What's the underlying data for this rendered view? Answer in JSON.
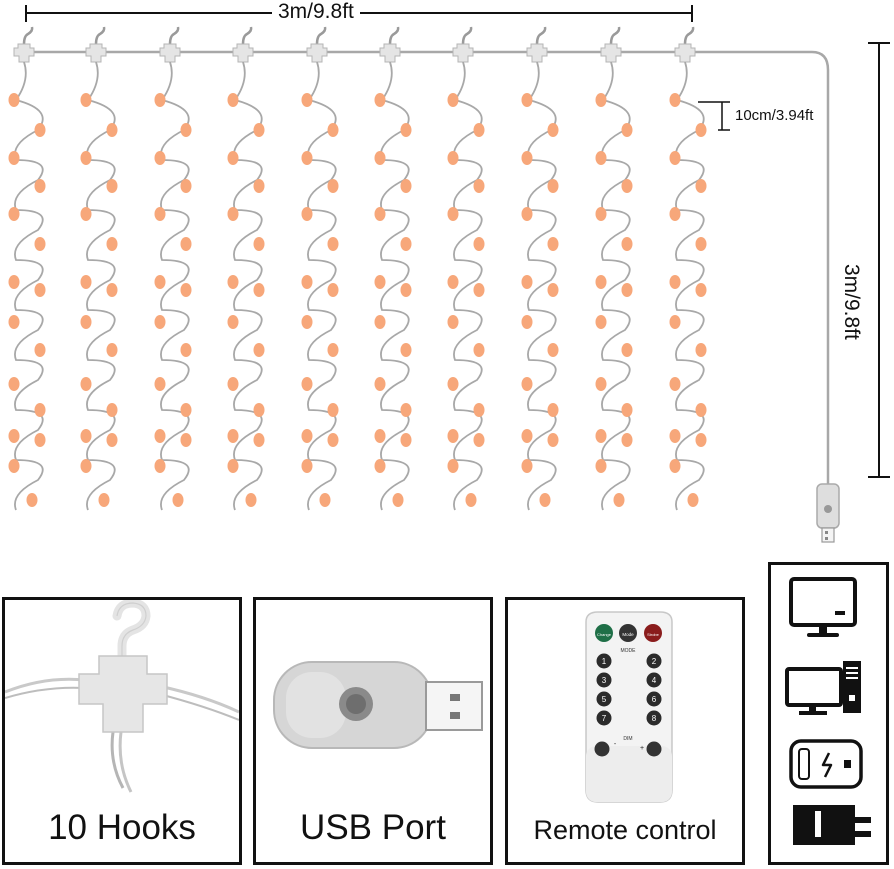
{
  "dimensions": {
    "width_label": "3m/9.8ft",
    "height_label": "3m/9.8ft",
    "spacing_label": "10cm/3.94ft"
  },
  "colors": {
    "bulb": "#f7a77a",
    "wire": "#a8a8a8",
    "border": "#111111"
  },
  "panels": [
    {
      "caption": "10 Hooks",
      "icon": "hook-icon"
    },
    {
      "caption": "USB Port",
      "icon": "usb-plug-icon"
    },
    {
      "caption": "Remote control",
      "icon": "remote-control-icon"
    }
  ],
  "remote": {
    "top_buttons": [
      "Change",
      "Mode",
      "Strobe"
    ],
    "mode_label": "MODE",
    "number_buttons": [
      "1",
      "2",
      "3",
      "4",
      "5",
      "6",
      "7",
      "8"
    ],
    "dim_label": "DIM",
    "minus": "-",
    "plus": "+"
  },
  "power_sources": [
    "monitor-icon",
    "desktop-computer-icon",
    "power-bank-icon",
    "wall-plug-icon"
  ]
}
